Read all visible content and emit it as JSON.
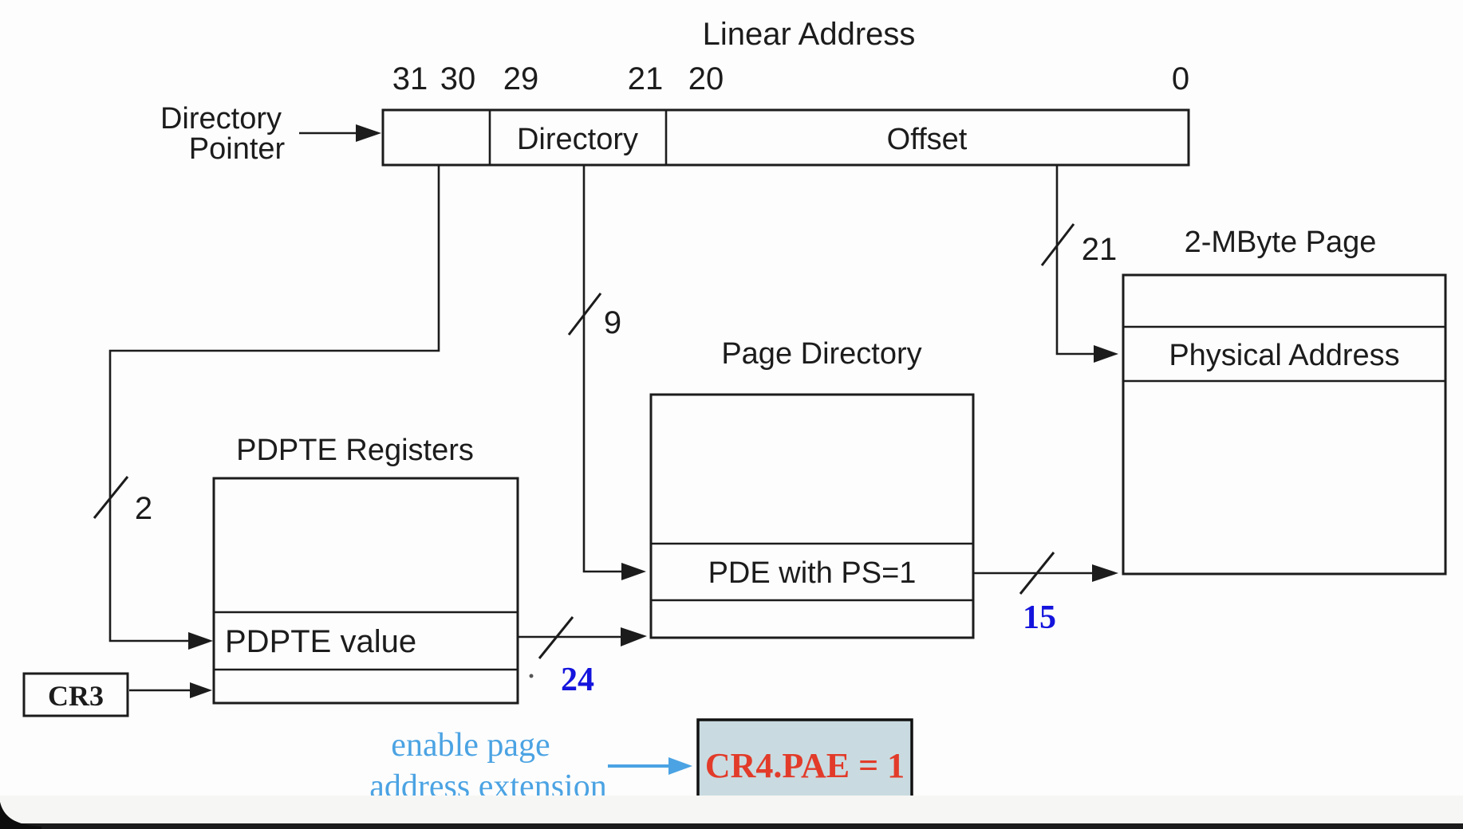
{
  "diagram": {
    "title": "Linear Address",
    "linear_address_box": {
      "bit_labels": [
        "31",
        "30",
        "29",
        "21",
        "20",
        "0"
      ],
      "sections": {
        "directory_pointer": "",
        "directory": "Directory",
        "offset": "Offset"
      }
    },
    "directory_pointer_label": {
      "line1": "Directory",
      "line2": "Pointer"
    },
    "bus_widths": {
      "directory_pointer_bits": "2",
      "directory_bits": "9",
      "offset_bits": "21",
      "pdpte_to_pd_bits": "24",
      "pde_to_page_bits": "15"
    },
    "pdpte": {
      "title": "PDPTE Registers",
      "row": "PDPTE value"
    },
    "page_directory": {
      "title": "Page Directory",
      "row": "PDE with PS=1"
    },
    "page": {
      "title": "2-MByte Page",
      "row": "Physical Address"
    },
    "cr3_label": "CR3",
    "annotation": {
      "line1": "enable page",
      "line2": "address extension",
      "target": "CR4.PAE = 1"
    },
    "colors": {
      "line": "#1c1c1c",
      "blue_number": "#1414dd",
      "light_blue": "#4ba3e3",
      "cr4_fill": "#c9dbe0",
      "cr4_border": "#111111",
      "red_text": "#e23b2a"
    }
  }
}
